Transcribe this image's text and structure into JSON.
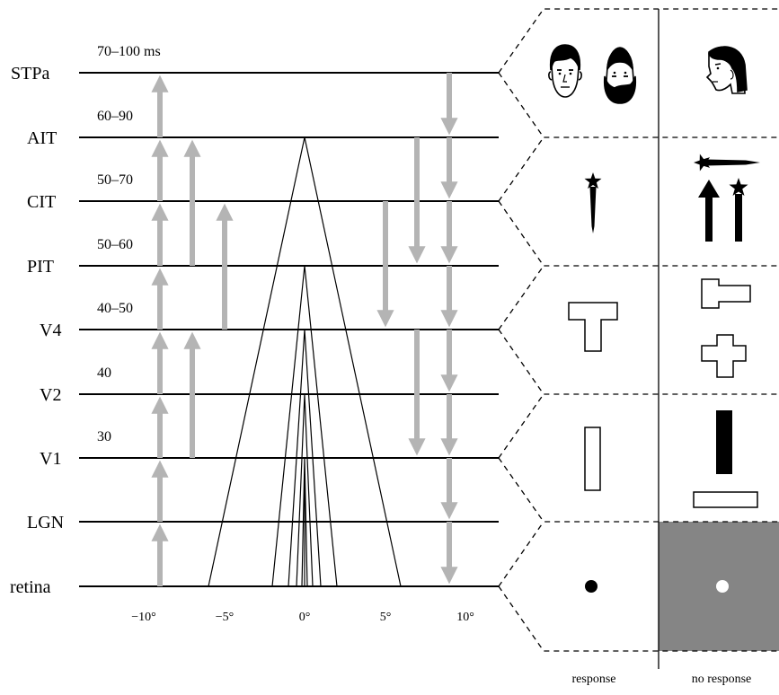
{
  "levels": [
    {
      "area": "STPa",
      "latency": "70–100 ms"
    },
    {
      "area": "AIT",
      "latency": "60–90"
    },
    {
      "area": "CIT",
      "latency": "50–70"
    },
    {
      "area": "PIT",
      "latency": "50–60"
    },
    {
      "area": "V4",
      "latency": "40–50"
    },
    {
      "area": "V2",
      "latency": "40"
    },
    {
      "area": "V1",
      "latency": "30"
    },
    {
      "area": "LGN",
      "latency": ""
    },
    {
      "area": "retina",
      "latency": ""
    }
  ],
  "axis": {
    "ticks": [
      "−10°",
      "−5°",
      "0°",
      "5°",
      "10°"
    ]
  },
  "stimulus_columns": {
    "left_label": "response",
    "right_label": "no response"
  },
  "colors": {
    "arrow": "#b4b4b4",
    "line": "#000000",
    "no_response_background": "#858585",
    "stimulus_fill": "#000000"
  }
}
